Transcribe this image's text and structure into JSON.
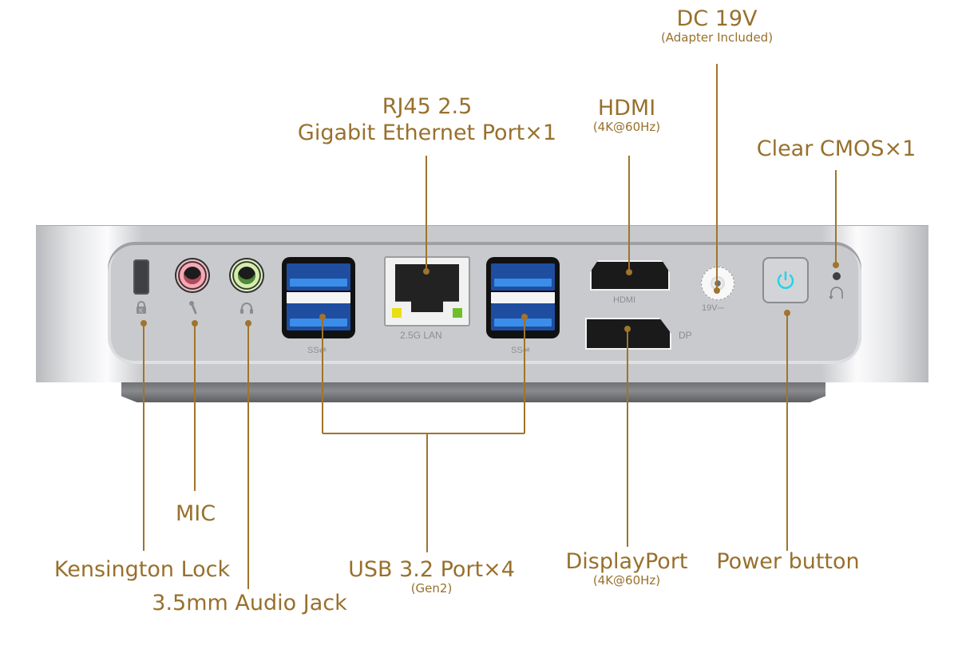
{
  "diagram": {
    "subject": "Mini PC rear I/O panel",
    "accent_color": "#98702c",
    "power_led_color": "#23d3e8",
    "callouts": {
      "dc_power": {
        "title": "DC 19V",
        "subtitle": "(Adapter Included)"
      },
      "rj45": {
        "title_line1": "RJ45 2.5",
        "title_line2": "Gigabit Ethernet Port×1"
      },
      "hdmi": {
        "title": "HDMI",
        "subtitle": "(4K@60Hz)"
      },
      "clear_cmos": {
        "title": "Clear CMOS×1"
      },
      "mic": {
        "title": "MIC"
      },
      "kensington": {
        "title": "Kensington Lock"
      },
      "audio_jack": {
        "title": "3.5mm Audio Jack"
      },
      "usb": {
        "title": "USB 3.2 Port×4",
        "subtitle": "(Gen2)"
      },
      "displayport": {
        "title": "DisplayPort",
        "subtitle": "(4K@60Hz)"
      },
      "power_button": {
        "title": "Power button"
      }
    },
    "panel_labels": {
      "lan": "2.5G LAN",
      "hdmi": "HDMI",
      "dp": "DP",
      "dc": "19V⎓",
      "usb_left": "SS⇌",
      "usb_right": "SS⇌"
    },
    "icons": [
      "kensington-lock-icon",
      "microphone-icon",
      "headphones-icon",
      "usb-superspeed-icon",
      "power-icon",
      "clear-cmos-icon"
    ]
  }
}
